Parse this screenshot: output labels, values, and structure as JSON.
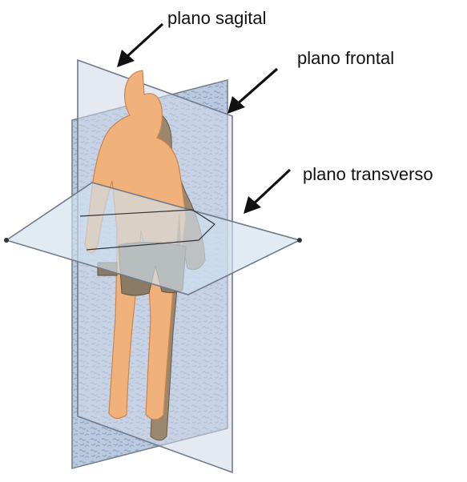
{
  "labels": {
    "sagital": "plano sagital",
    "frontal": "plano frontal",
    "transverso": "plano transverso"
  },
  "colors": {
    "plane_fill": "#c9d6e6",
    "plane_edge": "#6f7b8a",
    "noise_pattern": "#93a7c8",
    "skin": "#f0b27a",
    "skin_shadow": "#c9864f",
    "back_half": "#9b876d",
    "arrow": "#111111"
  }
}
